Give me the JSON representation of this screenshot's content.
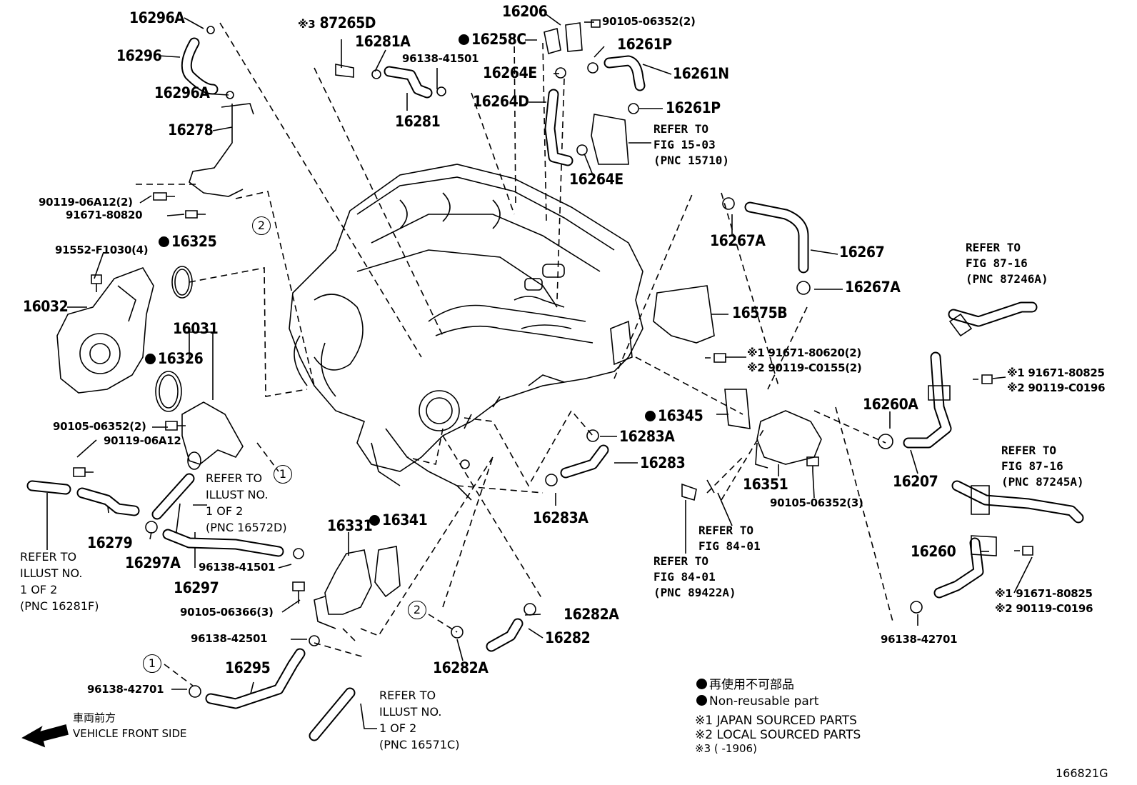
{
  "diagram_id": "166821G",
  "legend": {
    "jp_nonreusable": "再使用不可部品",
    "en_nonreusable": "Non-reusable part",
    "note1": "※1  JAPAN SOURCED PARTS",
    "note2": "※2  LOCAL SOURCED PARTS",
    "note3": "※3 (      -1906)"
  },
  "front": {
    "jp": "車両前方",
    "en": "VEHICLE FRONT SIDE"
  },
  "circles": {
    "one": "1",
    "two": "2"
  },
  "parts": {
    "p16296A_top": "16296A",
    "p16296": "16296",
    "p16296A_b": "16296A",
    "p16278": "16278",
    "p90119_06A12_2": "90119-06A12(2)",
    "p91671_80820": "91671-80820",
    "p91552": "91552-F1030(4)",
    "p16325": "16325",
    "p16032": "16032",
    "p16031": "16031",
    "p16326": "16326",
    "p90105_2": "90105-06352(2)",
    "p90119_06A12": "90119-06A12",
    "p16279": "16279",
    "p16297A": "16297A",
    "p16297": "16297",
    "p96138_41501_a": "96138-41501",
    "p90105_06366": "90105-06366(3)",
    "p96138_42501": "96138-42501",
    "p16295": "16295",
    "p96138_42701_a": "96138-42701",
    "p16331": "16331",
    "p16341": "16341",
    "p87265D": "87265D",
    "p87265D_mark": "※3",
    "p16281A": "16281A",
    "p96138_41501_b": "96138-41501",
    "p16281": "16281",
    "p16206": "16206",
    "p90105_top": "90105-06352(2)",
    "p16258C": "16258C",
    "p16261P_a": "16261P",
    "p16261N": "16261N",
    "p16264E_a": "16264E",
    "p16264D": "16264D",
    "p16261P_b": "16261P",
    "p16264E_b": "16264E",
    "p16267A_a": "16267A",
    "p16267": "16267",
    "p16267A_b": "16267A",
    "p16575B": "16575B",
    "p91671_80620": "※1 91671-80620(2)",
    "p90119_C0155": "※2 90119-C0155(2)",
    "p16345": "16345",
    "p16283A_a": "16283A",
    "p16283": "16283",
    "p16283A_b": "16283A",
    "p16351": "16351",
    "p90105_3": "90105-06352(3)",
    "p16260A": "16260A",
    "p16207": "16207",
    "p91671_80825_a": "※1 91671-80825",
    "p90119_C0196_a": "※2 90119-C0196",
    "p16260": "16260",
    "p91671_80825_b": "※1 91671-80825",
    "p90119_C0196_b": "※2 90119-C0196",
    "p96138_42701_b": "96138-42701",
    "p16282A_a": "16282A",
    "p16282": "16282",
    "p16282A_b": "16282A"
  },
  "refs": {
    "r_fig1503": "REFER TO\nFIG 15-03\n(PNC 15710)",
    "r_fig8716_a": "REFER TO\nFIG 87-16\n(PNC 87246A)",
    "r_fig8716_b": "REFER TO\nFIG 87-16\n(PNC 87245A)",
    "r_fig8401_a": "REFER TO\nFIG 84-01",
    "r_fig8401_b": "REFER TO\nFIG 84-01\n(PNC 89422A)",
    "r_illust_d": "REFER TO\nILLUST NO.\n1 OF 2\n(PNC 16572D)",
    "r_illust_f": "REFER TO\nILLUST NO.\n1 OF 2\n(PNC 16281F)",
    "r_illust_c": "REFER TO\nILLUST NO.\n1 OF 2\n(PNC 16571C)"
  }
}
